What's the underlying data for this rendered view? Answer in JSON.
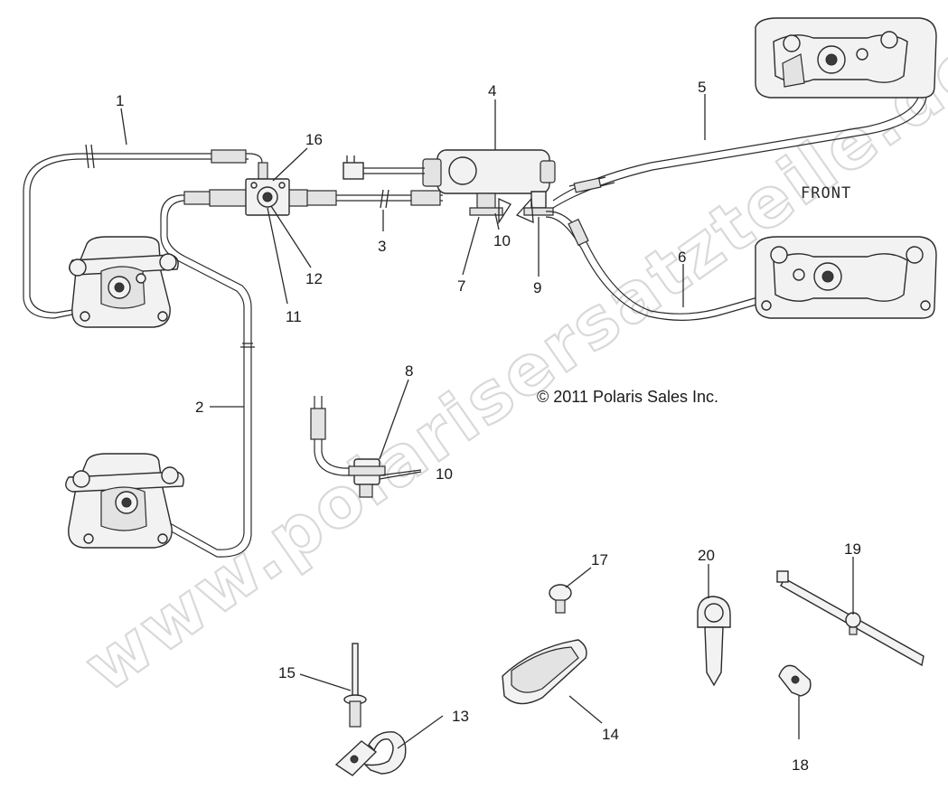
{
  "watermark": "www.polarisersatzteile.de",
  "copyright": "© 2011 Polaris Sales Inc.",
  "front_label": "FRONT",
  "callouts": {
    "c1": "1",
    "c2": "2",
    "c3": "3",
    "c4": "4",
    "c5": "5",
    "c6": "6",
    "c7": "7",
    "c8": "8",
    "c9": "9",
    "c10a": "10",
    "c10b": "10",
    "c11": "11",
    "c12": "12",
    "c13": "13",
    "c14": "14",
    "c15": "15",
    "c16": "16",
    "c17": "17",
    "c18": "18",
    "c19": "19",
    "c20": "20"
  }
}
